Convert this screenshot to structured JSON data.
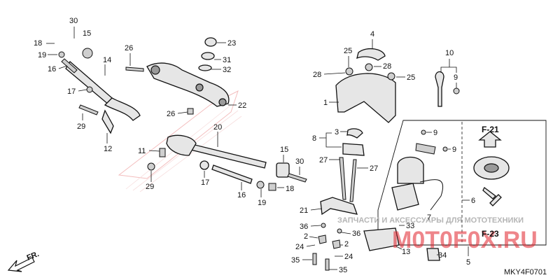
{
  "diagram_code": "MKY4F0701",
  "direction_label": "FR.",
  "callouts": {
    "n1": "1",
    "n2a": "2",
    "n2b": "2",
    "n3": "3",
    "n4": "4",
    "n5": "5",
    "n6": "6",
    "n7": "7",
    "n8": "8",
    "n9a": "9",
    "n9b": "9",
    "n9c": "9",
    "n10": "10",
    "n11": "11",
    "n12": "12",
    "n13": "13",
    "n14": "14",
    "n15a": "15",
    "n15b": "15",
    "n16a": "16",
    "n16b": "16",
    "n17a": "17",
    "n17b": "17",
    "n18a": "18",
    "n18b": "18",
    "n19a": "19",
    "n19b": "19",
    "n20": "20",
    "n21": "21",
    "n22": "22",
    "n23": "23",
    "n24a": "24",
    "n24b": "24",
    "n25a": "25",
    "n25b": "25",
    "n26a": "26",
    "n26b": "26",
    "n27a": "27",
    "n27b": "27",
    "n28a": "28",
    "n28b": "28",
    "n29a": "29",
    "n29b": "29",
    "n30a": "30",
    "n30b": "30",
    "n31": "31",
    "n32": "32",
    "n33": "33",
    "n34": "34",
    "n35a": "35",
    "n35b": "35",
    "n36a": "36",
    "n36b": "36"
  },
  "ref_boxes": {
    "f21": "F-21",
    "f23": "F-23"
  },
  "watermark": {
    "text_ru": "ЗАПЧАСТИ И АКСЕССУАРЫ ДЛЯ МОТОТЕХНИКИ",
    "logo": "M0T0F0X.RU"
  },
  "colors": {
    "line": "#111111",
    "part_fill": "#e6e6e6",
    "watermark_red": "#e0202a",
    "watermark_gray": "#b5b5b5"
  }
}
